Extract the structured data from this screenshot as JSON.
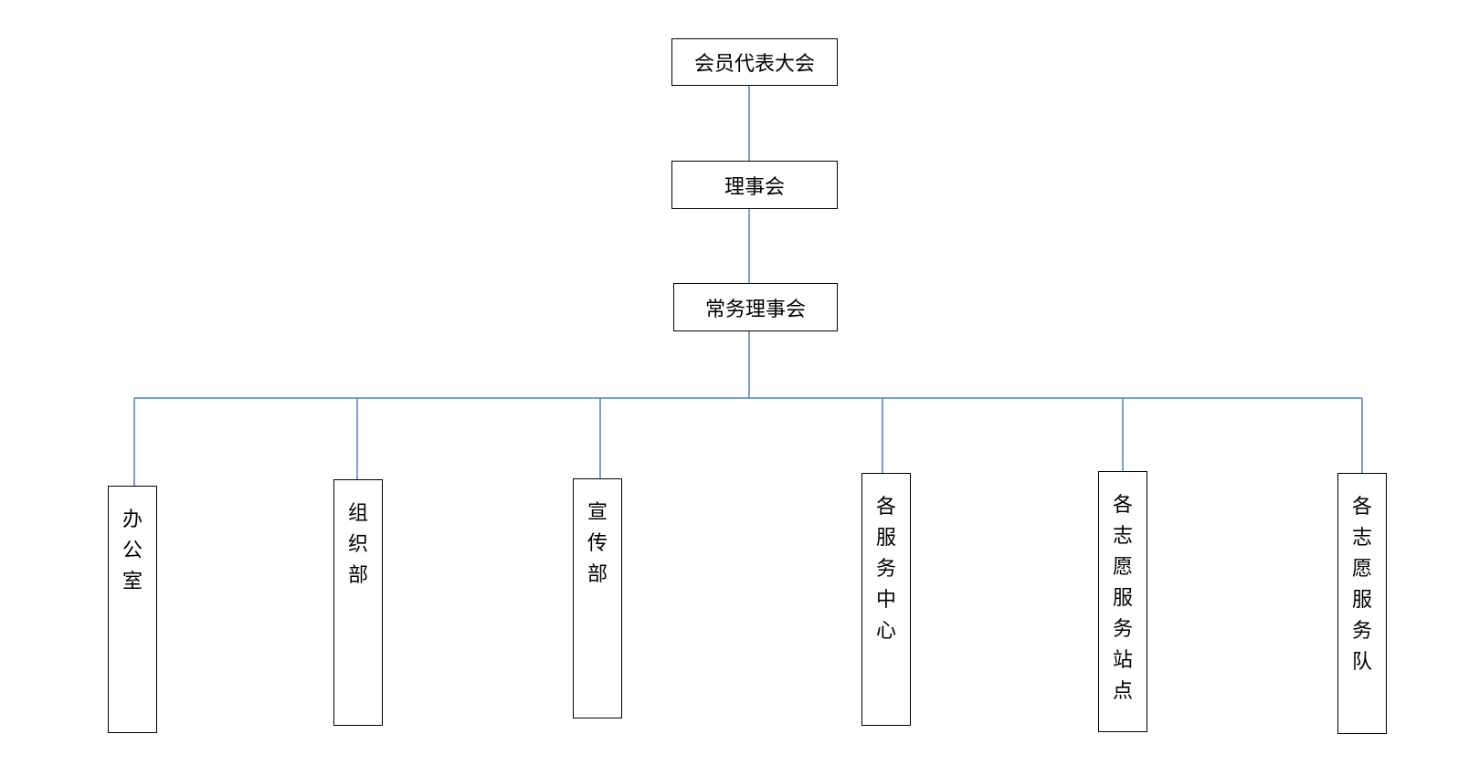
{
  "diagram": {
    "line_color": "#4F81BD",
    "box_border_color": "#000000",
    "nodes": {
      "assembly": "会员代表大会",
      "council": "理事会",
      "standing": "常务理事会"
    },
    "departments": [
      "办公室",
      "组织部",
      "宣传部",
      "各服务中心",
      "各志愿服务站点",
      "各志愿服务队"
    ]
  }
}
